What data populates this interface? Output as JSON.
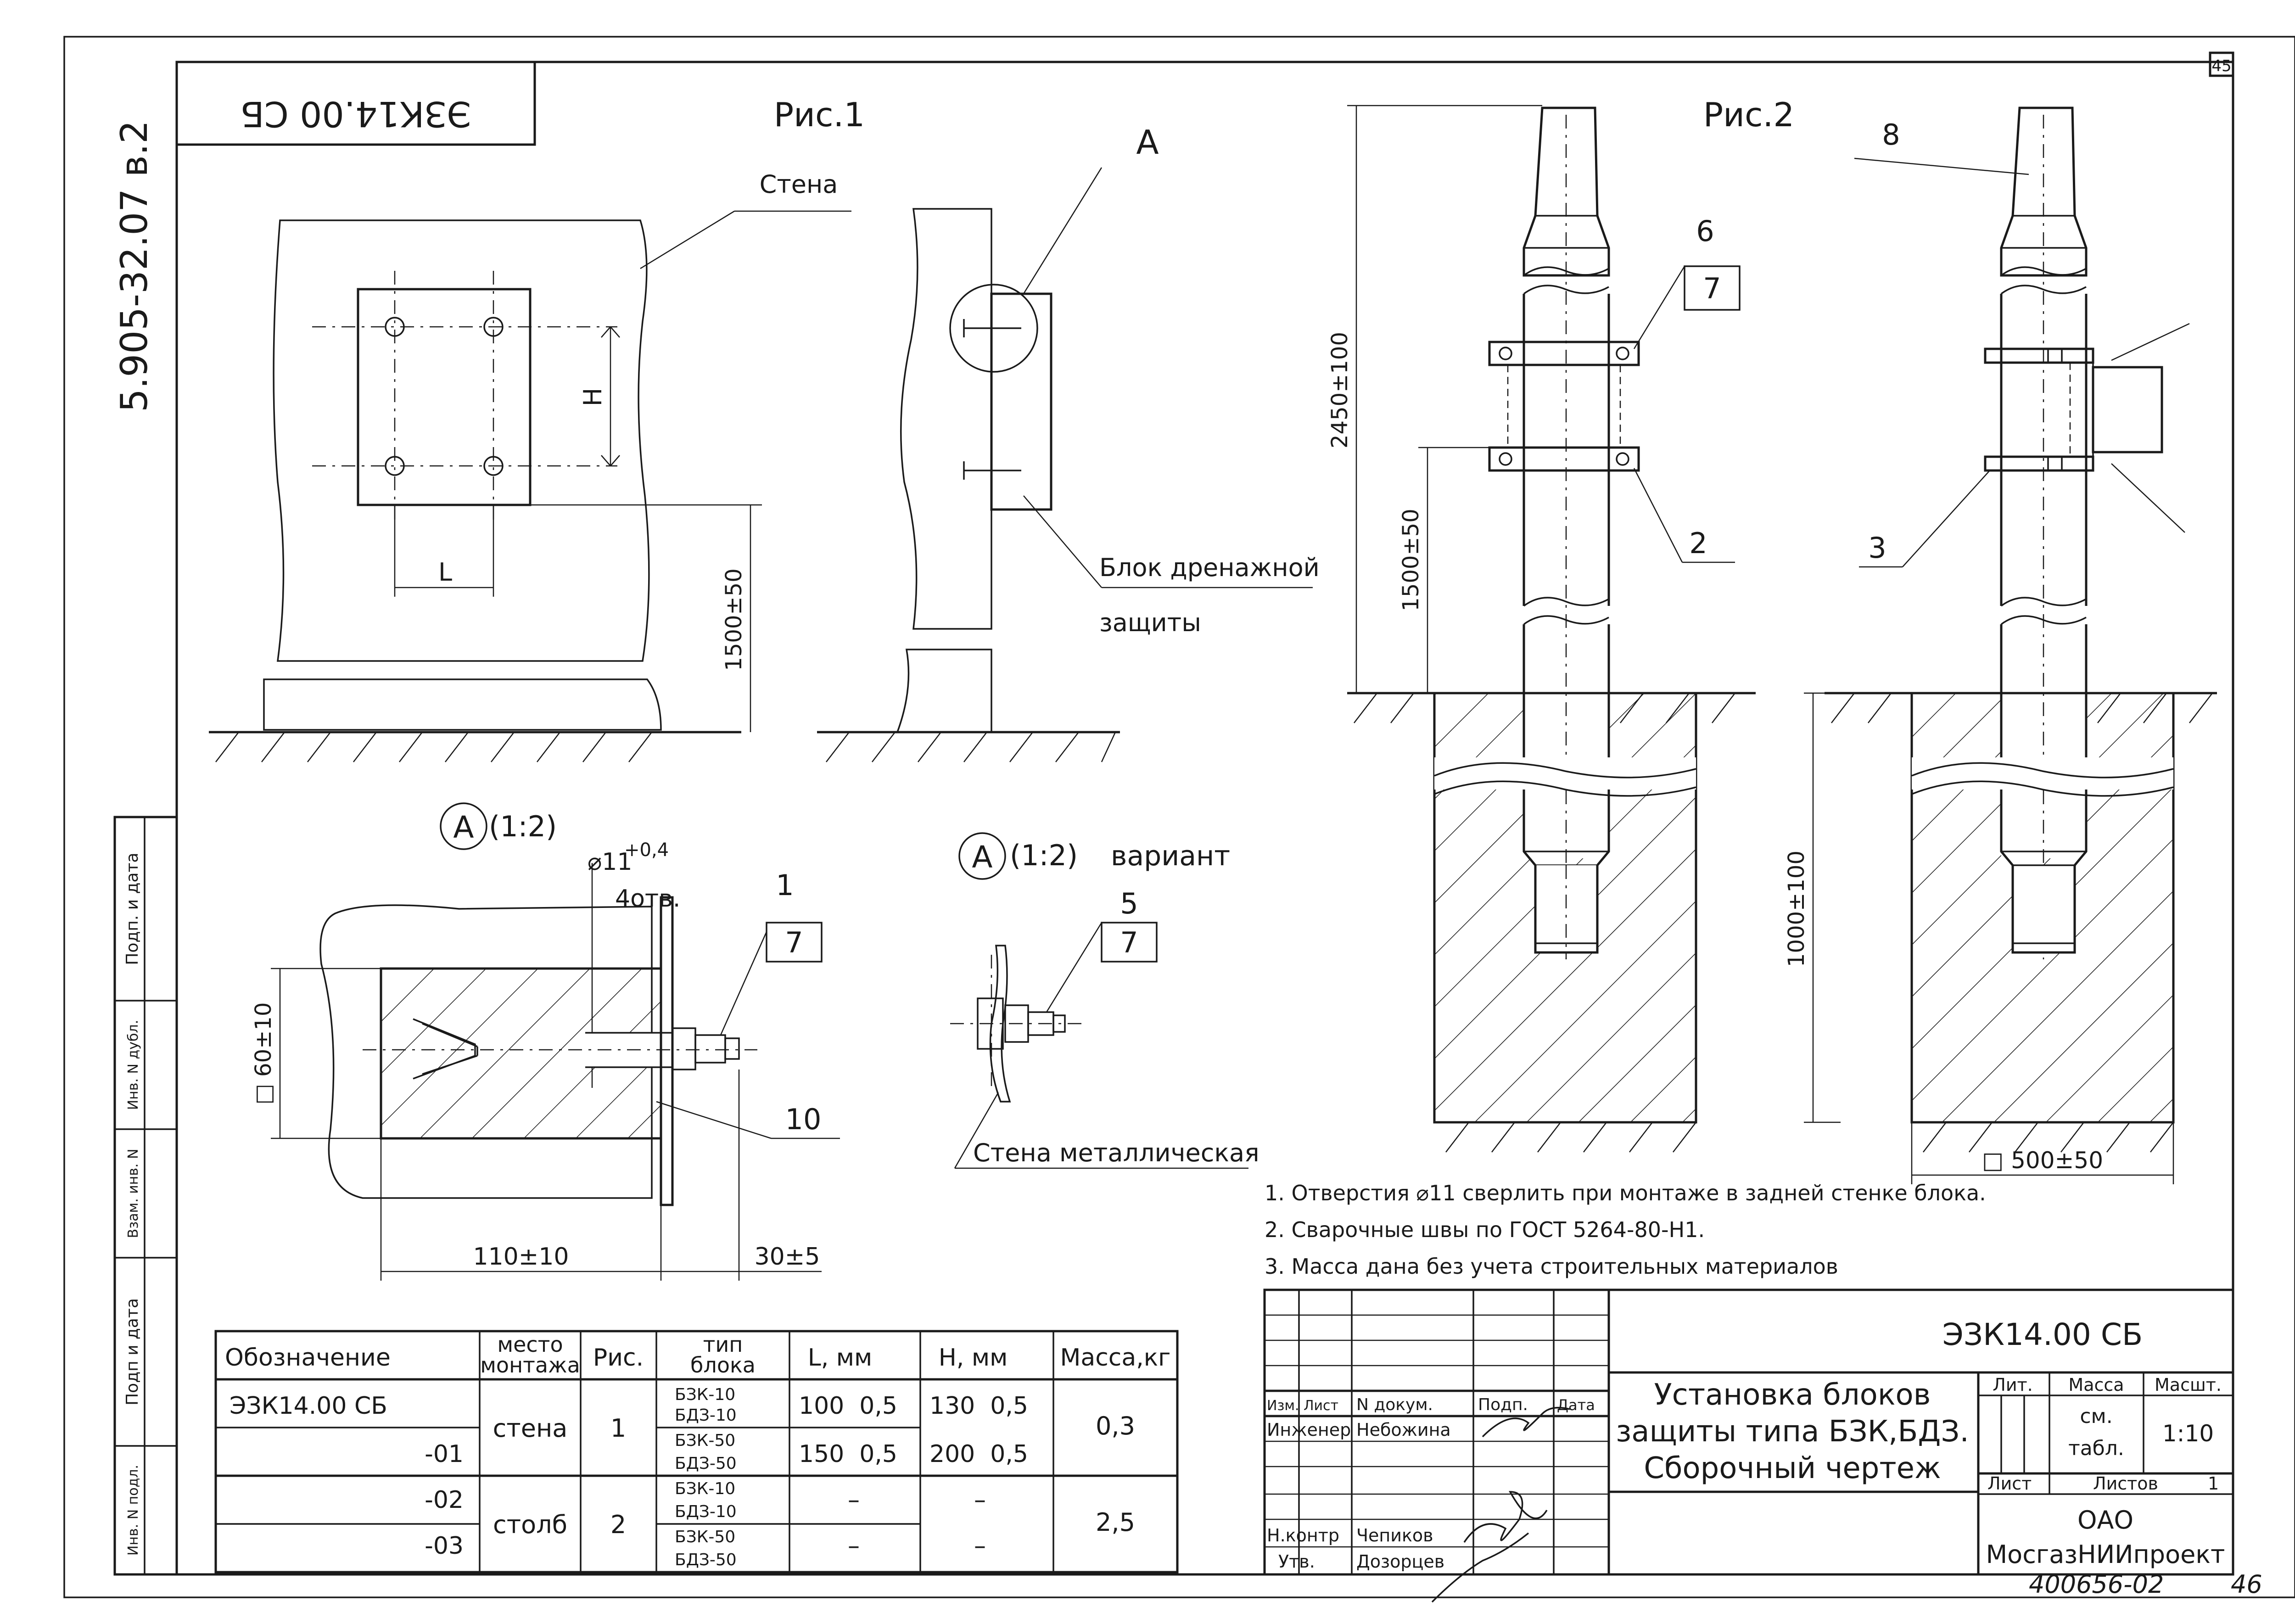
{
  "sheet": {
    "sheet_no": "45",
    "stamp_top": "ЭЗК14.00 СБ",
    "side_code": "5.905-32.07 в.2",
    "footer_code": "400656-02",
    "footer_page": "46"
  },
  "side_stamp": {
    "labels": [
      "Подп. и дата",
      "Инв. N дубл.",
      "Взам. инв. N",
      "Подп и дата",
      "Инв. N подл."
    ]
  },
  "fig1": {
    "title": "Рис.1",
    "wall_label": "Стена",
    "detail_callout": "А",
    "block_label_line1": "Блок дренажной",
    "block_label_line2": "защиты",
    "dim_h": "H",
    "dim_l": "L",
    "dim_height": "1500±50"
  },
  "detailA": {
    "mark": "А",
    "scale": "(1:2)",
    "hole": "⌀11",
    "hole_tol": "+0,4",
    "hole_count": "4отв.",
    "section": "□ 60±10",
    "dim_110": "110±10",
    "dim_30": "30±5",
    "pos1": "1",
    "pos7": "7",
    "pos10": "10"
  },
  "detailA_variant": {
    "mark": "А",
    "scale": "(1:2)",
    "word": "вариант",
    "pos5": "5",
    "pos7": "7",
    "wall": "Стена металлическая"
  },
  "fig2": {
    "title": "Рис.2",
    "dim_2450": "2450±100",
    "dim_1500": "1500±50",
    "dim_1000": "1000±100",
    "dim_500": "□ 500±50",
    "pos6": "6",
    "pos7": "7",
    "pos2": "2",
    "pos8": "8",
    "pos3": "3"
  },
  "notes": [
    "1. Отверстия ⌀11 сверлить при монтаже в задней стенке блока.",
    "2. Сварочные швы по ГОСТ 5264-80-Н1.",
    "3. Масса дана без учета строительных материалов"
  ],
  "table": {
    "headers": [
      "Обозначение",
      "место монтажа",
      "Рис.",
      "тип блока",
      "L, мм",
      "H, мм",
      "Масса,кг"
    ],
    "header_place_l1": "место",
    "header_place_l2": "монтажа",
    "header_type_l1": "тип",
    "header_type_l2": "блока",
    "rows": [
      {
        "designation": "ЭЗК14.00 СБ",
        "types": [
          "БЗК-10",
          "БДЗ-10"
        ],
        "l": "100  0,5",
        "h": "130  0,5"
      },
      {
        "designation": "-01",
        "types": [
          "БЗК-50",
          "БДЗ-50"
        ],
        "l": "150  0,5",
        "h": "200  0,5"
      },
      {
        "designation": "-02",
        "types": [
          "БЗК-10",
          "БДЗ-10"
        ],
        "l": "–",
        "h": "–"
      },
      {
        "designation": "-03",
        "types": [
          "БЗК-50",
          "БДЗ-50"
        ],
        "l": "–",
        "h": "–"
      }
    ],
    "place_wall": "стена",
    "place_post": "столб",
    "fig_1": "1",
    "fig_2": "2",
    "mass_1": "0,3",
    "mass_2": "2,5"
  },
  "title_block": {
    "doc_code": "ЭЗК14.00 СБ",
    "name_line1": "Установка блоков",
    "name_line2": "защиты типа БЗК,БДЗ.",
    "name_line3": "Сборочный чертеж",
    "col_izm": "Изм.",
    "col_list": "Лист",
    "col_doc": "N докум.",
    "col_sign": "Подп.",
    "col_date": "Дата",
    "role_engineer": "Инженер",
    "name_engineer": "Небожина",
    "role_control": "Н.контр",
    "name_control": "Чепиков",
    "role_approve": "Утв.",
    "name_approve": "Дозорцев",
    "lit": "Лит.",
    "mass": "Масса",
    "scale": "Масшт.",
    "mass_value_l1": "см.",
    "mass_value_l2": "табл.",
    "scale_value": "1:10",
    "sheet": "Лист",
    "sheets": "Листов",
    "sheets_value": "1",
    "org_l1": "ОАО",
    "org_l2": "МосгазНИИпроект"
  }
}
